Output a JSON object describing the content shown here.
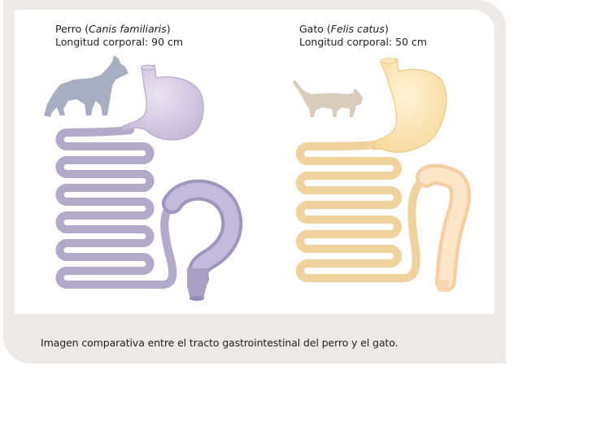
{
  "dog": {
    "name": "Perro",
    "species": "Canis familiaris",
    "length_label": "Longitud corporal:",
    "length_value": "90 cm"
  },
  "cat": {
    "name": "Gato",
    "species": "Felis catus",
    "length_label": "Longitud corporal:",
    "length_value": "50 cm"
  },
  "caption": "Imagen comparativa entre el tracto gastrointestinal del perro y el gato.",
  "colors": {
    "dog_tract": "#cfc4de",
    "dog_tract_dark": "#a79cc3",
    "dog_silhouette": "#a7aec1",
    "cat_tract": "#fbe4b5",
    "cat_tract_dark": "#f1c98d",
    "cat_silhouette": "#d9ccbd",
    "frame": "#ece9e6"
  }
}
